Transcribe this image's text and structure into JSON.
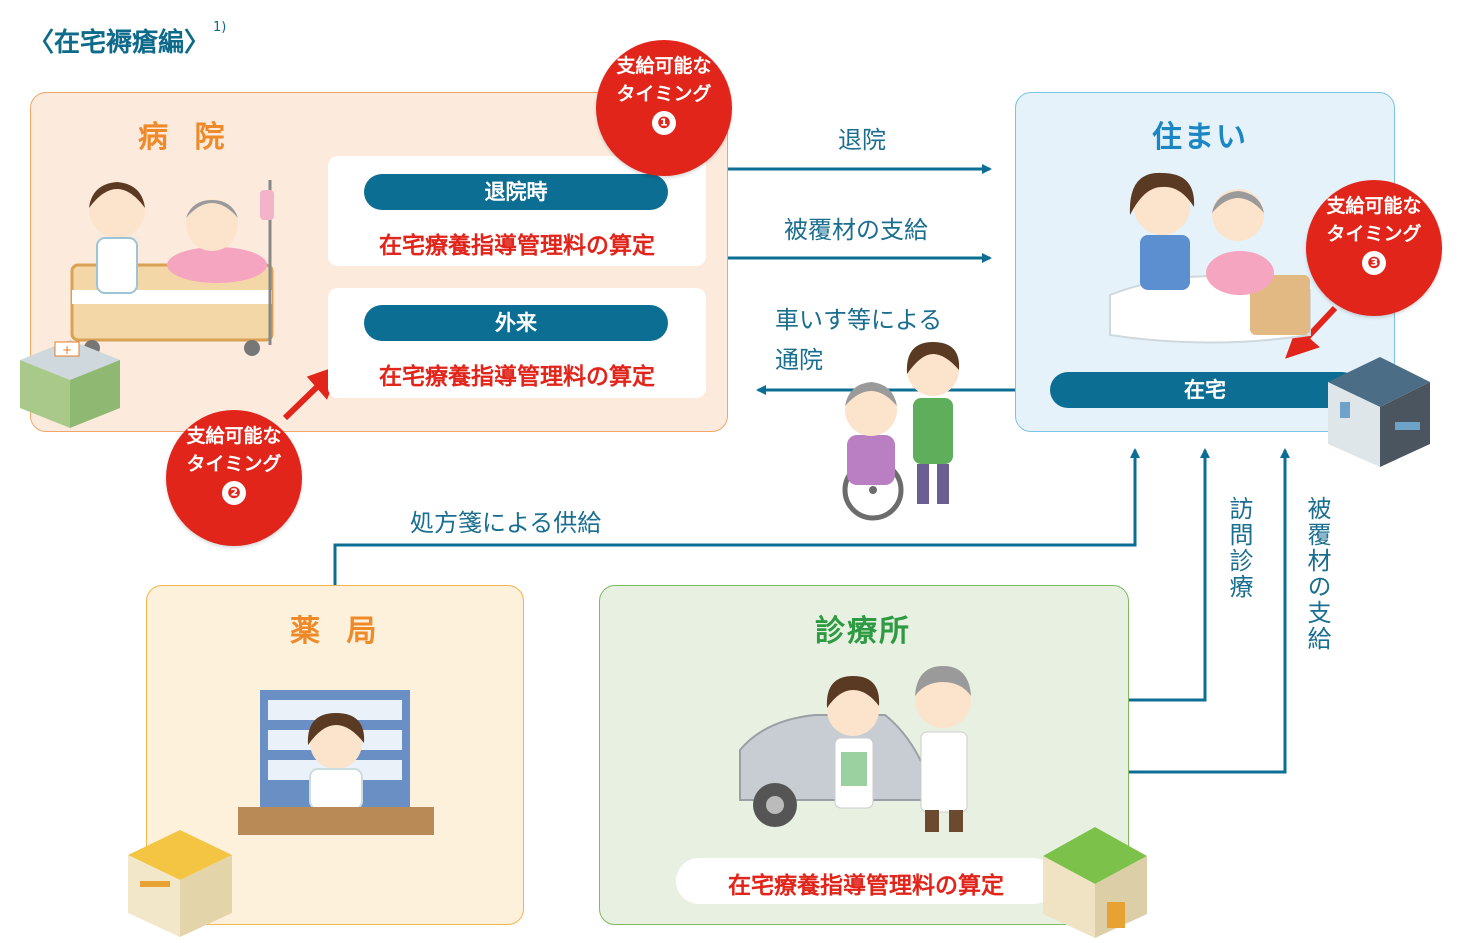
{
  "title": {
    "text": "〈在宅褥瘡編〉",
    "note": "1)"
  },
  "hospital": {
    "title": "病 院",
    "discharge": {
      "pill": "退院時",
      "text": "在宅療養指導管理料の算定"
    },
    "outpatient": {
      "pill": "外来",
      "text": "在宅療養指導管理料の算定"
    }
  },
  "home": {
    "title": "住まい",
    "pill": "在宅"
  },
  "pharmacy": {
    "title": "薬 局"
  },
  "clinic": {
    "title": "診療所",
    "text": "在宅療養指導管理料の算定"
  },
  "timings": [
    {
      "line1": "支給可能な",
      "line2": "タイミング",
      "num": "❶"
    },
    {
      "line1": "支給可能な",
      "line2": "タイミング",
      "num": "❷"
    },
    {
      "line1": "支給可能な",
      "line2": "タイミング",
      "num": "❸"
    }
  ],
  "flows": {
    "discharge": "退院",
    "dressing_supply": "被覆材の支給",
    "visit_line1": "車いす等による",
    "visit_line2": "通院",
    "prescription": "処方箋による供給",
    "home_visit": "訪問診療",
    "dressing_supply_vertical": "被覆材の支給"
  },
  "colors": {
    "flow": "#0d6e93",
    "accent_red": "#e1251b",
    "hospital": "#ee8a2a",
    "home": "#1a87c4",
    "clinic": "#2e9b43"
  }
}
